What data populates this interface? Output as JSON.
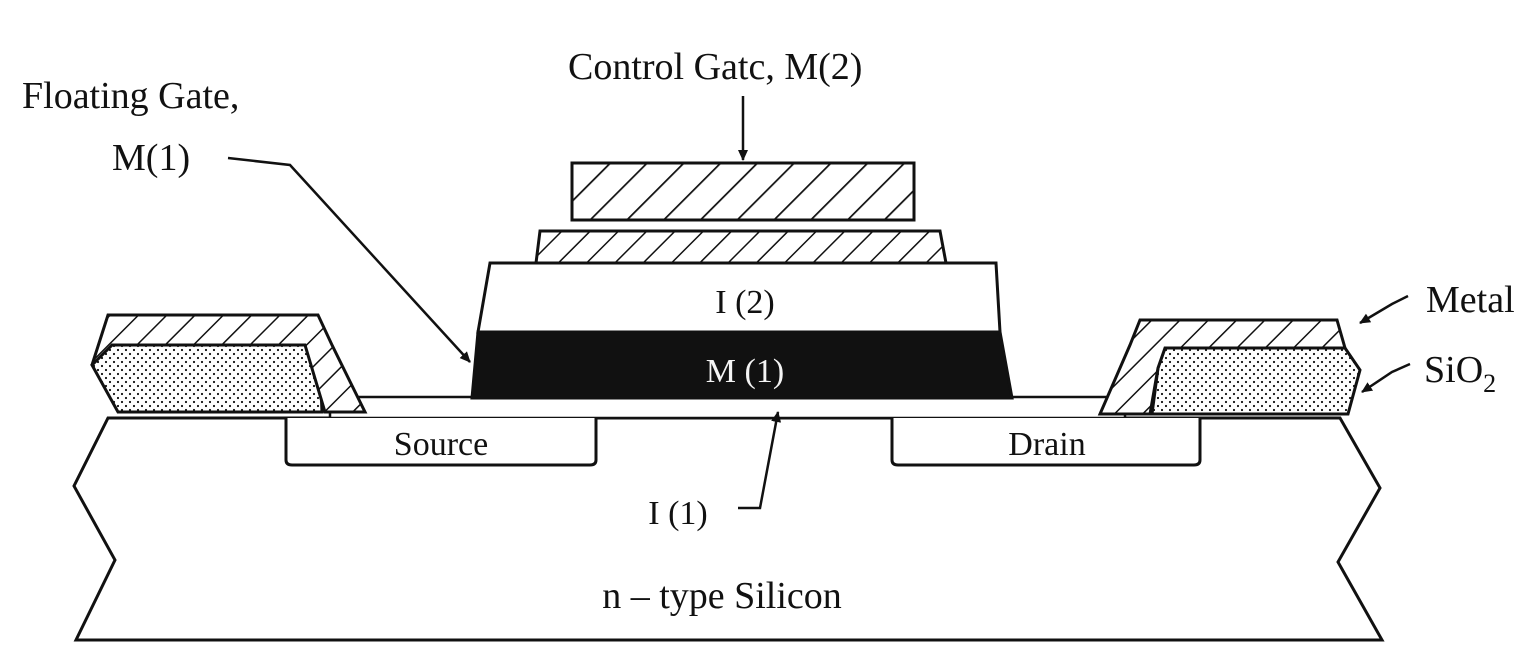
{
  "labels": {
    "control_gate": "Control Gatc, M(2)",
    "floating_gate_line1": "Floating Gate,",
    "floating_gate_line2": "M(1)",
    "insulator_2": "I (2)",
    "floating_gate_layer": "M (1)",
    "insulator_1": "I (1)",
    "source": "Source",
    "drain": "Drain",
    "substrate": "n – type Silicon",
    "metal": "Metal",
    "sio2_base": "SiO",
    "sio2_sub": "2"
  },
  "colors": {
    "ink": "#111111",
    "background": "#ffffff",
    "floating_gate_fill": "#111111",
    "floating_gate_text": "#f4f4f4"
  }
}
